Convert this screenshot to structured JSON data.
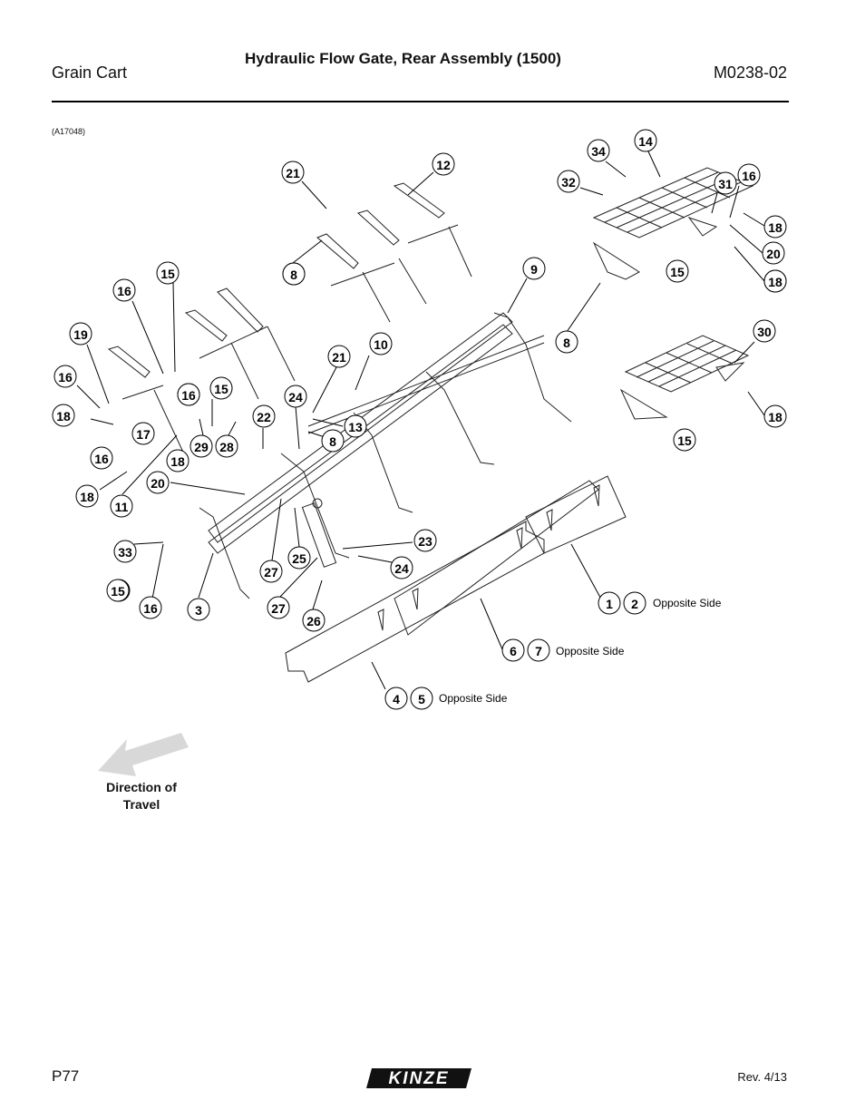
{
  "header": {
    "left": "Grain Cart",
    "center": "Hydraulic Flow Gate, Rear Assembly (1500)",
    "right": "M0238-02"
  },
  "figure_id": "(A17048)",
  "callouts": [
    "1",
    "2",
    "3",
    "4",
    "5",
    "6",
    "7",
    "8",
    "8",
    "8",
    "8",
    "9",
    "10",
    "11",
    "12",
    "13",
    "14",
    "15",
    "15",
    "15",
    "15",
    "15",
    "15",
    "16",
    "16",
    "16",
    "16",
    "16",
    "16",
    "16",
    "17",
    "18",
    "18",
    "18",
    "18",
    "18",
    "18",
    "18",
    "19",
    "20",
    "20",
    "21",
    "21",
    "22",
    "23",
    "24",
    "24",
    "25",
    "26",
    "27",
    "27",
    "28",
    "29",
    "30",
    "31",
    "32",
    "33",
    "34"
  ],
  "notes": {
    "opposite_side_1": "Opposite Side",
    "opposite_side_2": "Opposite Side",
    "opposite_side_3": "Opposite Side"
  },
  "direction": {
    "line1": "Direction of",
    "line2": "Travel",
    "arrow_color": "#d8d8d8"
  },
  "footer": {
    "page": "P77",
    "logo_text": "KINZE",
    "revision": "Rev. 4/13"
  }
}
